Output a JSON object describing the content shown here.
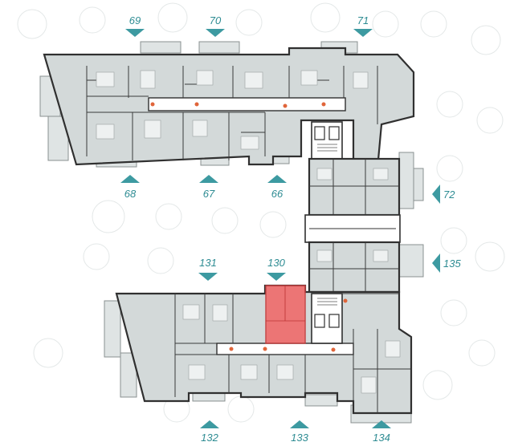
{
  "plan": {
    "unit_labels": {
      "u69": "69",
      "u70": "70",
      "u71": "71",
      "u68": "68",
      "u67": "67",
      "u66": "66",
      "u72": "72",
      "u135": "135",
      "u131": "131",
      "u130": "130",
      "u132": "132",
      "u133": "133",
      "u134": "134"
    },
    "colors": {
      "highlight": "#ef6b6b",
      "teal_marker": "#3d9aa1",
      "floor": "#d3d9d9",
      "wall": "#303030"
    }
  }
}
